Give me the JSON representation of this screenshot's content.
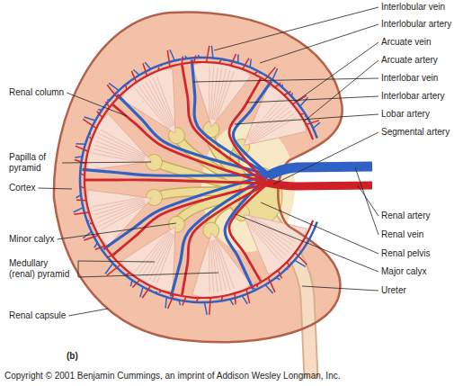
{
  "diagram": {
    "labels": [
      "Interlobular vein",
      "Interlobular artery",
      "Arcuate vein",
      "Arcuate artery",
      "Interlobar vein",
      "Renal column",
      "Interlobar artery",
      "Lobar artery",
      "Segmental artery",
      "Papilla of pyramid",
      "Cortex",
      "Renal artery",
      "Renal vein",
      "Minor calyx",
      "Renal pelvis",
      "Medullary (renal) pyramid",
      "Major calyx",
      "Ureter",
      "Renal capsule",
      "(b)",
      "Copyright © 2001 Benjamin Cummings, an imprint of Addison Wesley Longman, Inc."
    ]
  }
}
